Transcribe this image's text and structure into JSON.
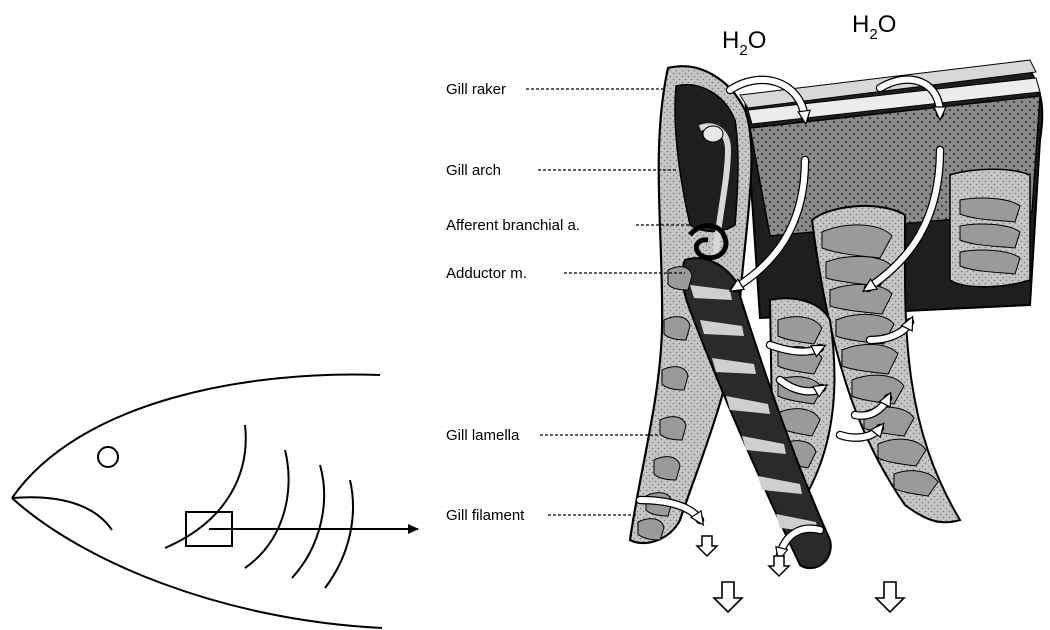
{
  "labels": {
    "gill_raker": "Gill raker",
    "gill_arch": "Gill arch",
    "afferent": "Afferent branchial a.",
    "adductor": "Adductor m.",
    "lamella": "Gill lamella",
    "filament": "Gill filament"
  },
  "water": {
    "h": "H",
    "sub": "2",
    "o": "O"
  },
  "colors": {
    "ink": "#000000",
    "arch_dark": "#1e1e1e",
    "filament_gray": "#b8b8b8",
    "stipple_gray": "#7a7a7a",
    "lamella_fill": "#9a9a9a"
  }
}
